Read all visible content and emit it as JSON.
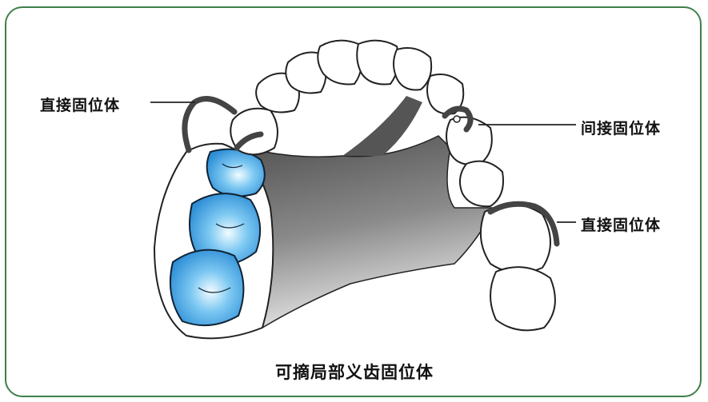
{
  "labels": {
    "direct_retainer_left": "直接固位体",
    "indirect_retainer": "间接固位体",
    "direct_retainer_right": "直接固位体"
  },
  "caption": "可摘局部义齿固位体",
  "colors": {
    "frame_border": "#3f7f4a",
    "artificial_teeth": "#3aa6e6",
    "metal_frame": "#444444"
  }
}
